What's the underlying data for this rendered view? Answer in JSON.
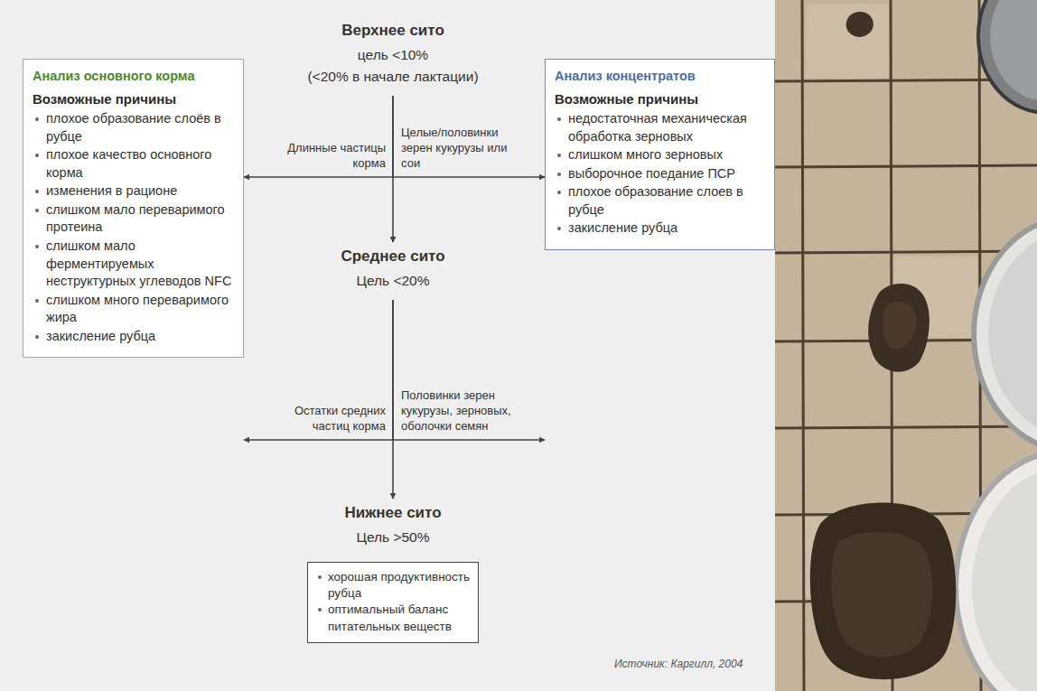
{
  "diagram": {
    "nodes": [
      {
        "text": [
          "Анализ основного корма",
          "Возможные причины",
          "плохое образование слоёв в рубце",
          "плохое качество основного корма",
          "изменения в рационе",
          "слишком мало переваримого протеина",
          "слишком мало ферментируемых неструктурных углеводов NFC",
          "слишком много переваримого жира",
          "закисление рубца"
        ]
      },
      {
        "text": [
          "Верхнее сито",
          "цель <10%",
          "(<20% в начале лактации)"
        ]
      },
      {
        "text": [
          "Анализ концентратов",
          "Возможные причины",
          "недостаточная механическая обработка зерновых",
          "слишком много зерновых",
          "выборочное поедание ПСР",
          "плохое образование слоев в рубце",
          "закисление рубца"
        ]
      },
      {
        "text": [
          "Среднее сито",
          "Цель <20%"
        ]
      },
      {
        "text": [
          "Нижнее сито",
          "Цель >50%"
        ]
      },
      {
        "text": [
          "хорошая продуктивность рубца",
          "оптимальный баланс питательных веществ"
        ]
      }
    ],
    "edges": [
      {
        "from": 1,
        "to": 0,
        "arrow": "to",
        "label": "Длинные частицы корма"
      },
      {
        "from": 1,
        "to": 2,
        "arrow": "to",
        "label": "Целые/половинки зерен кукурузы или сои"
      },
      {
        "from": 1,
        "to": 3,
        "arrow": "to"
      },
      {
        "from": 3,
        "to": 0,
        "arrow": "to",
        "label": "Остатки средних частиц корма"
      },
      {
        "from": 3,
        "to": 2,
        "arrow": "to",
        "label": "Половинки зерен кукурузы, зерновых, оболочки семян"
      },
      {
        "from": 3,
        "to": 4,
        "arrow": "to"
      }
    ],
    "labels": [
      "Источник: Каргилл, 2004"
    ]
  }
}
